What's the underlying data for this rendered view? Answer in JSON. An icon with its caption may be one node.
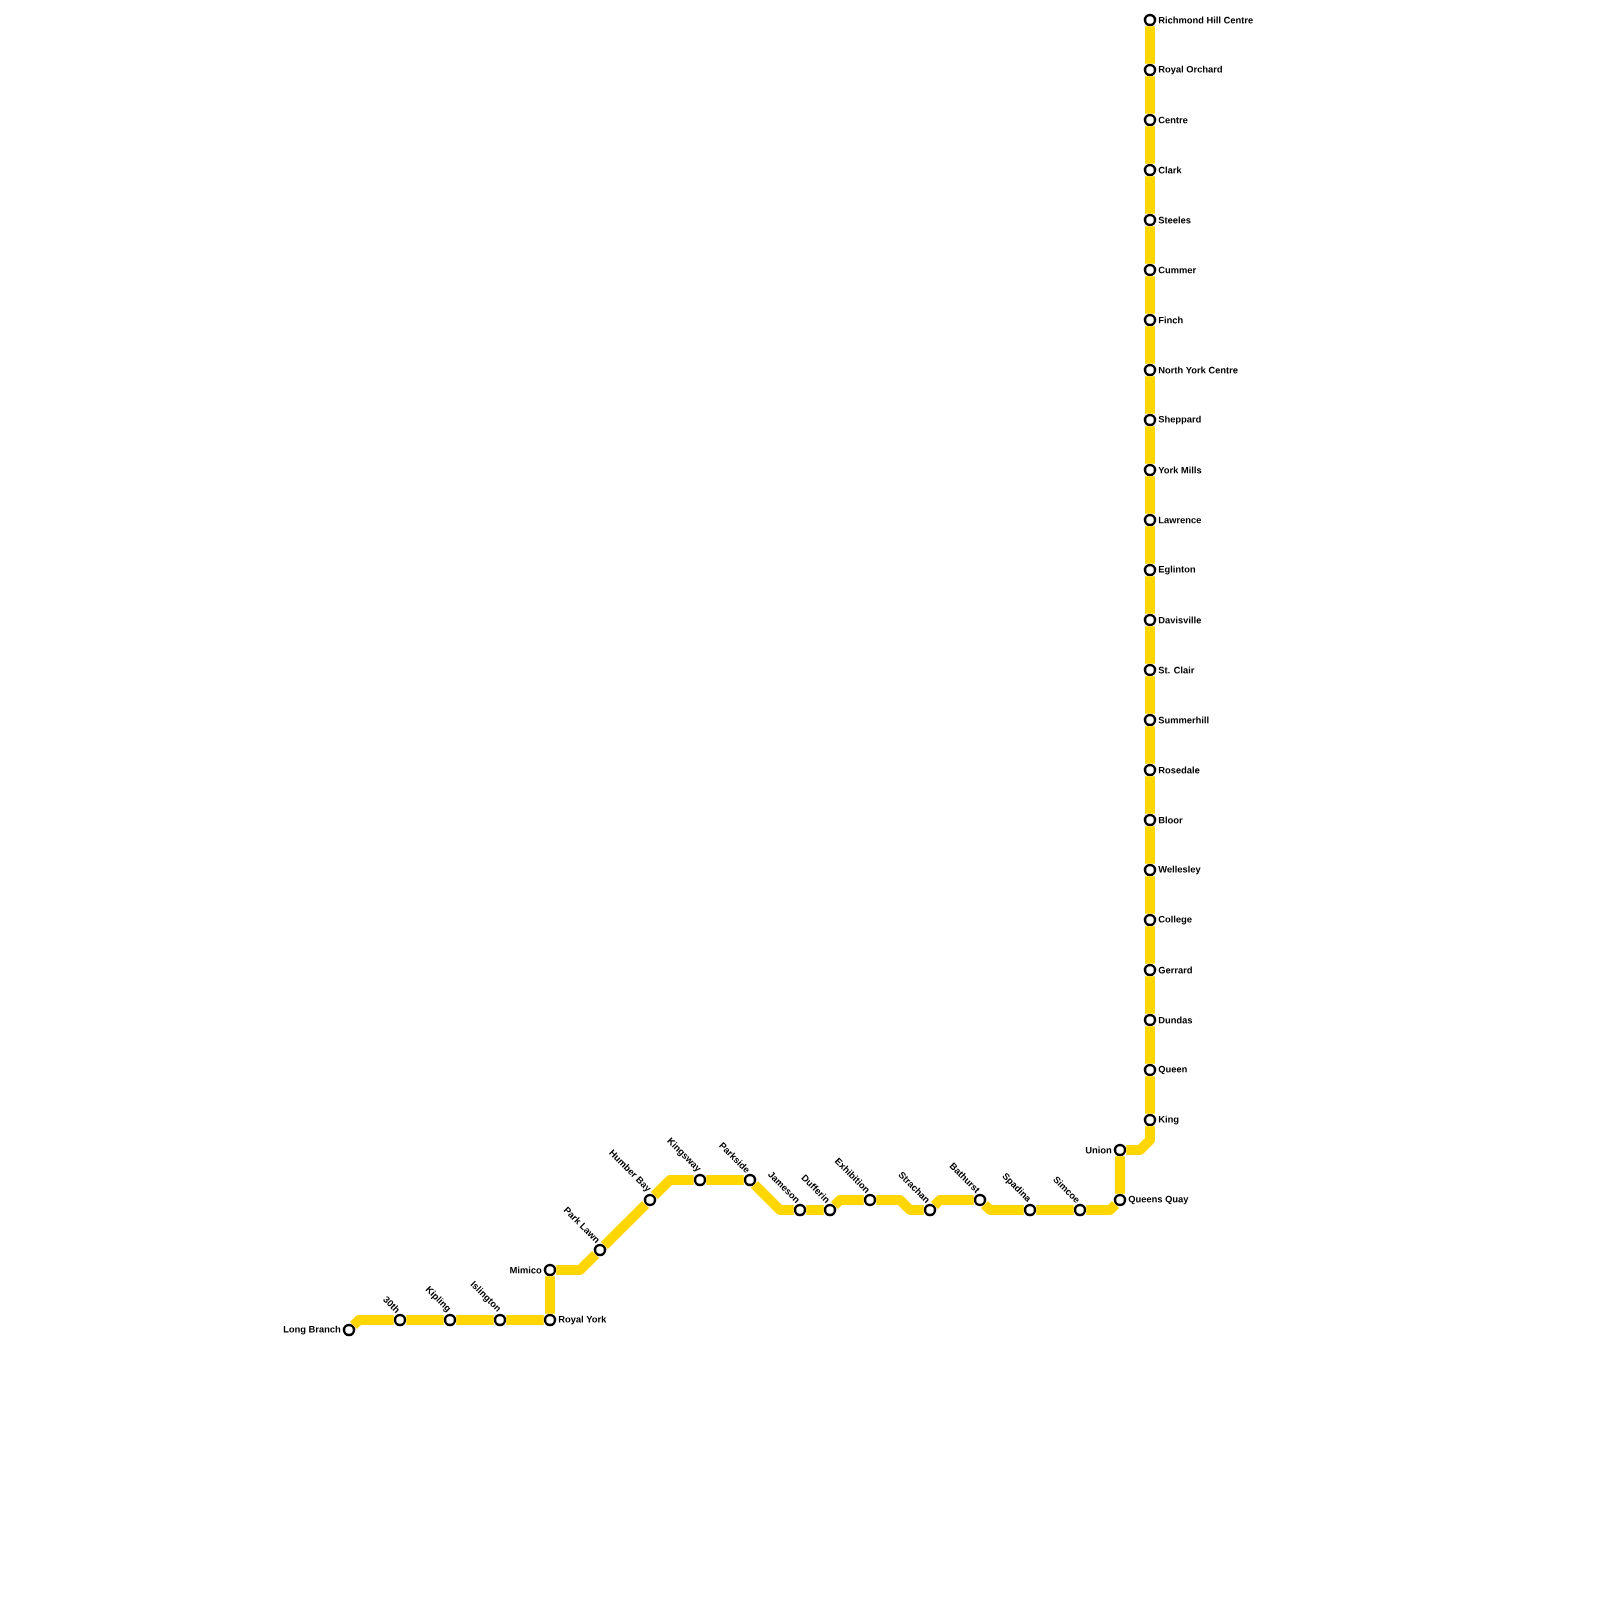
{
  "diagram": {
    "nodes": [
      {
        "text": [
          "Long Branch"
        ]
      },
      {
        "text": [
          "30th"
        ]
      },
      {
        "text": [
          "Kipling"
        ]
      },
      {
        "text": [
          "Islington"
        ]
      },
      {
        "text": [
          "Royal York"
        ]
      },
      {
        "text": [
          "Mimico"
        ]
      },
      {
        "text": [
          "Park Lawn"
        ]
      },
      {
        "text": [
          "Humber Bay"
        ]
      },
      {
        "text": [
          "Kingsway"
        ]
      },
      {
        "text": [
          "Parkside"
        ]
      },
      {
        "text": [
          "Jameson"
        ]
      },
      {
        "text": [
          "Dufferin"
        ]
      },
      {
        "text": [
          "Exhibition"
        ]
      },
      {
        "text": [
          "Strachan"
        ]
      },
      {
        "text": [
          "Bathurst"
        ]
      },
      {
        "text": [
          "Spadina"
        ]
      },
      {
        "text": [
          "Simcoe"
        ]
      },
      {
        "text": [
          "Queens Quay"
        ]
      },
      {
        "text": [
          "Union"
        ]
      },
      {
        "text": [
          "King"
        ]
      },
      {
        "text": [
          "Queen"
        ]
      },
      {
        "text": [
          "Dundas"
        ]
      },
      {
        "text": [
          "Gerrard"
        ]
      },
      {
        "text": [
          "College"
        ]
      },
      {
        "text": [
          "Wellesley"
        ]
      },
      {
        "text": [
          "Bloor"
        ]
      },
      {
        "text": [
          "Rosedale"
        ]
      },
      {
        "text": [
          "Summerhill"
        ]
      },
      {
        "text": [
          "St. Clair"
        ]
      },
      {
        "text": [
          "Davisville"
        ]
      },
      {
        "text": [
          "Eglinton"
        ]
      },
      {
        "text": [
          "Lawrence"
        ]
      },
      {
        "text": [
          "York Mills"
        ]
      },
      {
        "text": [
          "Sheppard"
        ]
      },
      {
        "text": [
          "North York Centre"
        ]
      },
      {
        "text": [
          "Finch"
        ]
      },
      {
        "text": [
          "Cummer"
        ]
      },
      {
        "text": [
          "Steeles"
        ]
      },
      {
        "text": [
          "Clark"
        ]
      },
      {
        "text": [
          "Centre"
        ]
      },
      {
        "text": [
          "Royal Orchard"
        ]
      },
      {
        "text": [
          "Richmond Hill Centre"
        ]
      }
    ],
    "edges": [
      {
        "from": 0,
        "to": 1,
        "arrow": "none"
      },
      {
        "from": 1,
        "to": 2,
        "arrow": "none"
      },
      {
        "from": 2,
        "to": 3,
        "arrow": "none"
      },
      {
        "from": 3,
        "to": 4,
        "arrow": "none"
      },
      {
        "from": 4,
        "to": 5,
        "arrow": "none"
      },
      {
        "from": 5,
        "to": 6,
        "arrow": "none"
      },
      {
        "from": 6,
        "to": 7,
        "arrow": "none"
      },
      {
        "from": 7,
        "to": 8,
        "arrow": "none"
      },
      {
        "from": 8,
        "to": 9,
        "arrow": "none"
      },
      {
        "from": 9,
        "to": 10,
        "arrow": "none"
      },
      {
        "from": 10,
        "to": 11,
        "arrow": "none"
      },
      {
        "from": 11,
        "to": 12,
        "arrow": "none"
      },
      {
        "from": 12,
        "to": 13,
        "arrow": "none"
      },
      {
        "from": 13,
        "to": 14,
        "arrow": "none"
      },
      {
        "from": 14,
        "to": 15,
        "arrow": "none"
      },
      {
        "from": 15,
        "to": 16,
        "arrow": "none"
      },
      {
        "from": 16,
        "to": 17,
        "arrow": "none"
      },
      {
        "from": 17,
        "to": 18,
        "arrow": "none"
      },
      {
        "from": 18,
        "to": 19,
        "arrow": "none"
      },
      {
        "from": 19,
        "to": 20,
        "arrow": "none"
      },
      {
        "from": 20,
        "to": 21,
        "arrow": "none"
      },
      {
        "from": 21,
        "to": 22,
        "arrow": "none"
      },
      {
        "from": 22,
        "to": 23,
        "arrow": "none"
      },
      {
        "from": 23,
        "to": 24,
        "arrow": "none"
      },
      {
        "from": 24,
        "to": 25,
        "arrow": "none"
      },
      {
        "from": 25,
        "to": 26,
        "arrow": "none"
      },
      {
        "from": 26,
        "to": 27,
        "arrow": "none"
      },
      {
        "from": 27,
        "to": 28,
        "arrow": "none"
      },
      {
        "from": 28,
        "to": 29,
        "arrow": "none"
      },
      {
        "from": 29,
        "to": 30,
        "arrow": "none"
      },
      {
        "from": 30,
        "to": 31,
        "arrow": "none"
      },
      {
        "from": 31,
        "to": 32,
        "arrow": "none"
      },
      {
        "from": 32,
        "to": 33,
        "arrow": "none"
      },
      {
        "from": 33,
        "to": 34,
        "arrow": "none"
      },
      {
        "from": 34,
        "to": 35,
        "arrow": "none"
      },
      {
        "from": 35,
        "to": 36,
        "arrow": "none"
      },
      {
        "from": 36,
        "to": 37,
        "arrow": "none"
      },
      {
        "from": 37,
        "to": 38,
        "arrow": "none"
      },
      {
        "from": 38,
        "to": 39,
        "arrow": "none"
      },
      {
        "from": 39,
        "to": 40,
        "arrow": "none"
      },
      {
        "from": 40,
        "to": 41,
        "arrow": "none"
      }
    ]
  }
}
